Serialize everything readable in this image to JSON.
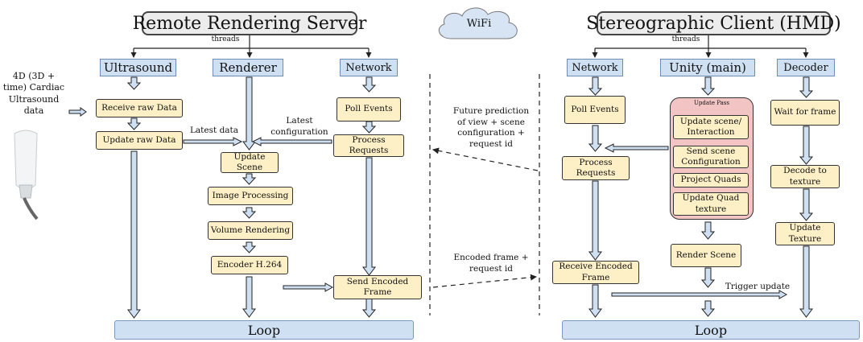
{
  "server": {
    "title": "Remote Rendering Server",
    "threads_label": "threads",
    "threads": [
      "Ultrasound",
      "Renderer",
      "Network"
    ],
    "ultrasound_steps": [
      "Receive raw Data",
      "Update raw Data"
    ],
    "renderer_steps": [
      "Update Scene",
      "Image Processing",
      "Volume Rendering",
      "Encoder H.264"
    ],
    "network_steps": [
      "Poll Events",
      "Process Requests",
      "Send Encoded Frame"
    ],
    "latest_data": "Latest data",
    "latest_configuration": "Latest configuration",
    "loop": "Loop"
  },
  "input": {
    "label": "4D (3D + time) Cardiac Ultrasound data"
  },
  "wifi": {
    "label": "WiFi",
    "request_message": "Future prediction of view + scene configuration + request id",
    "frame_message": "Encoded frame + request id"
  },
  "client": {
    "title": "Stereographic Client (HMD)",
    "threads_label": "threads",
    "threads": [
      "Network",
      "Unity (main)",
      "Decoder"
    ],
    "network_steps": [
      "Poll Events",
      "Process Requests",
      "Receive Encoded Frame"
    ],
    "update_pass_label": "Update Pass",
    "update_pass_steps": [
      "Update scene/ Interaction",
      "Send scene Configuration",
      "Project Quads",
      "Update Quad texture"
    ],
    "render_scene": "Render Scene",
    "decoder_steps": [
      "Wait for frame",
      "Decode to texture",
      "Update Texture"
    ],
    "trigger_update": "Trigger update",
    "loop": "Loop"
  },
  "colors": {
    "thread_fill": "#cfe0f3",
    "step_fill": "#fdf0c6",
    "update_pass_fill": "#f2c4c4",
    "loop_fill": "#cfe0f3",
    "title_fill": "#ececec"
  }
}
